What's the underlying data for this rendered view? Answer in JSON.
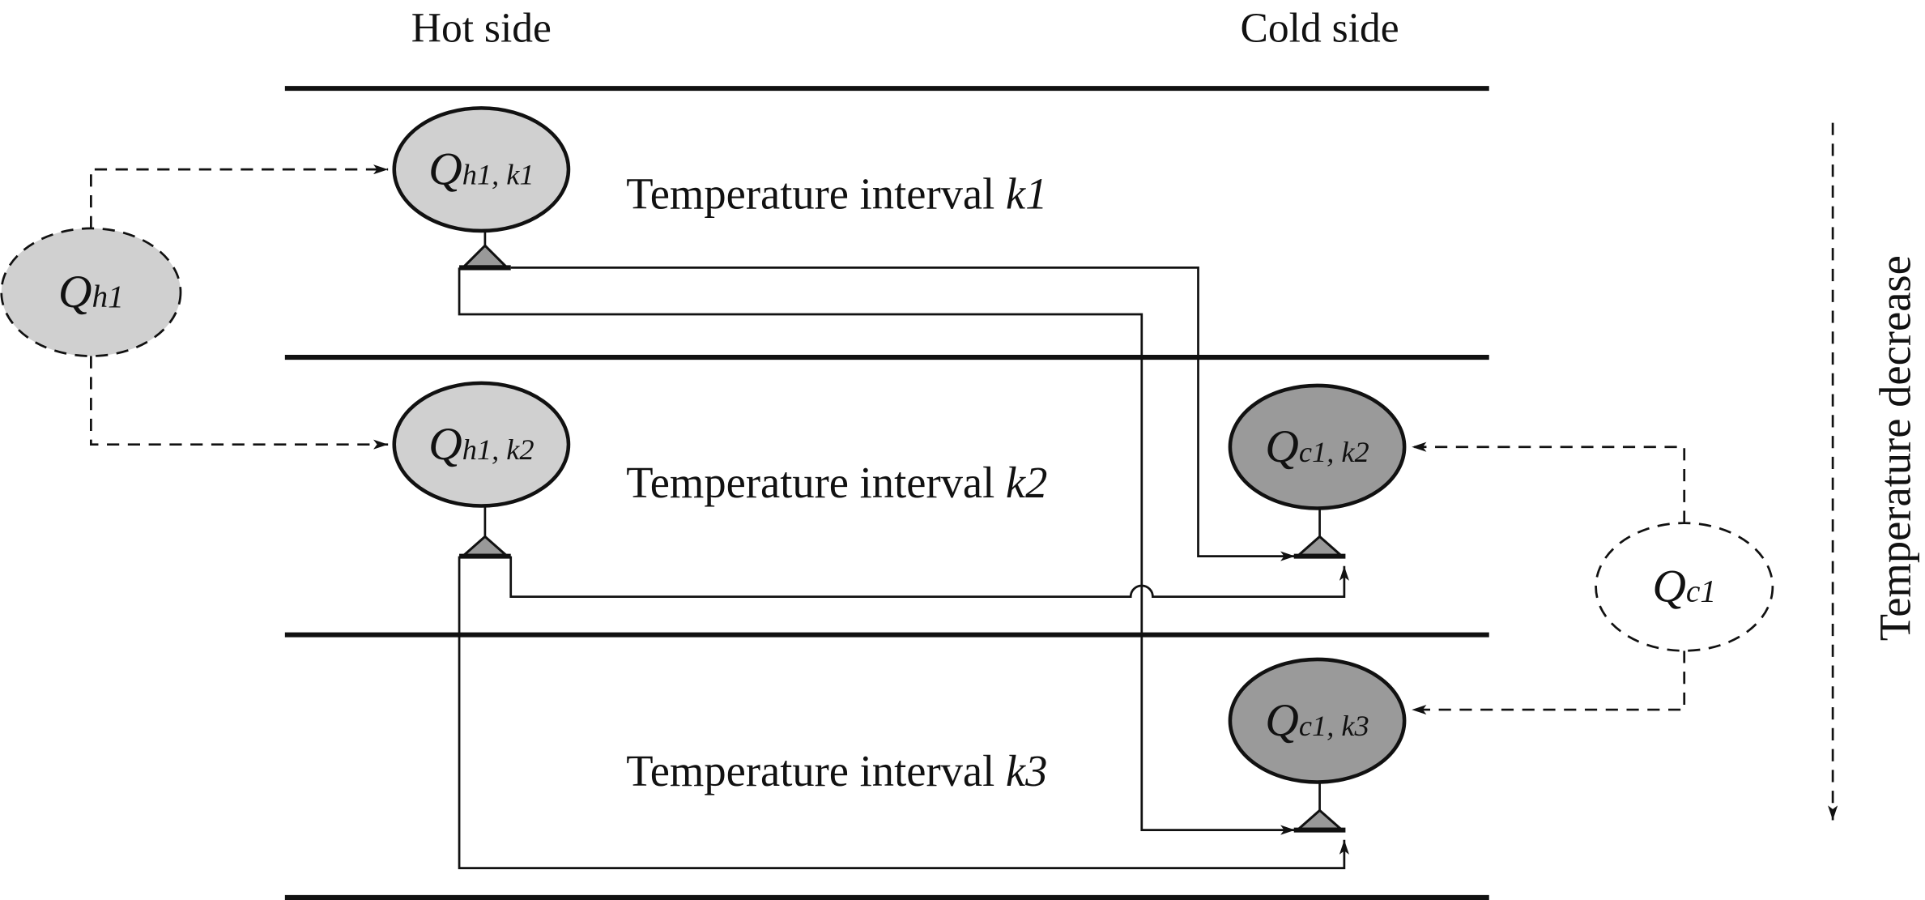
{
  "headers": {
    "hot": "Hot side",
    "cold": "Cold side"
  },
  "intervals": [
    {
      "label": "Temperature interval ",
      "k": "k1"
    },
    {
      "label": "Temperature interval ",
      "k": "k2"
    },
    {
      "label": "Temperature interval ",
      "k": "k3"
    }
  ],
  "nodes": {
    "qh1": {
      "main": "Q",
      "sub": "h1"
    },
    "qh1k1": {
      "main": "Q",
      "sub": "h1, k1"
    },
    "qh1k2": {
      "main": "Q",
      "sub": "h1, k2"
    },
    "qc1": {
      "main": "Q",
      "sub": "c1"
    },
    "qc1k2": {
      "main": "Q",
      "sub": "c1, k2"
    },
    "qc1k3": {
      "main": "Q",
      "sub": "c1, k3"
    }
  },
  "axis_label": "Temperature decrease",
  "colors": {
    "hot_fill": "#d0d0d0",
    "cold_fill": "#9a9a9a",
    "line": "#111111"
  }
}
